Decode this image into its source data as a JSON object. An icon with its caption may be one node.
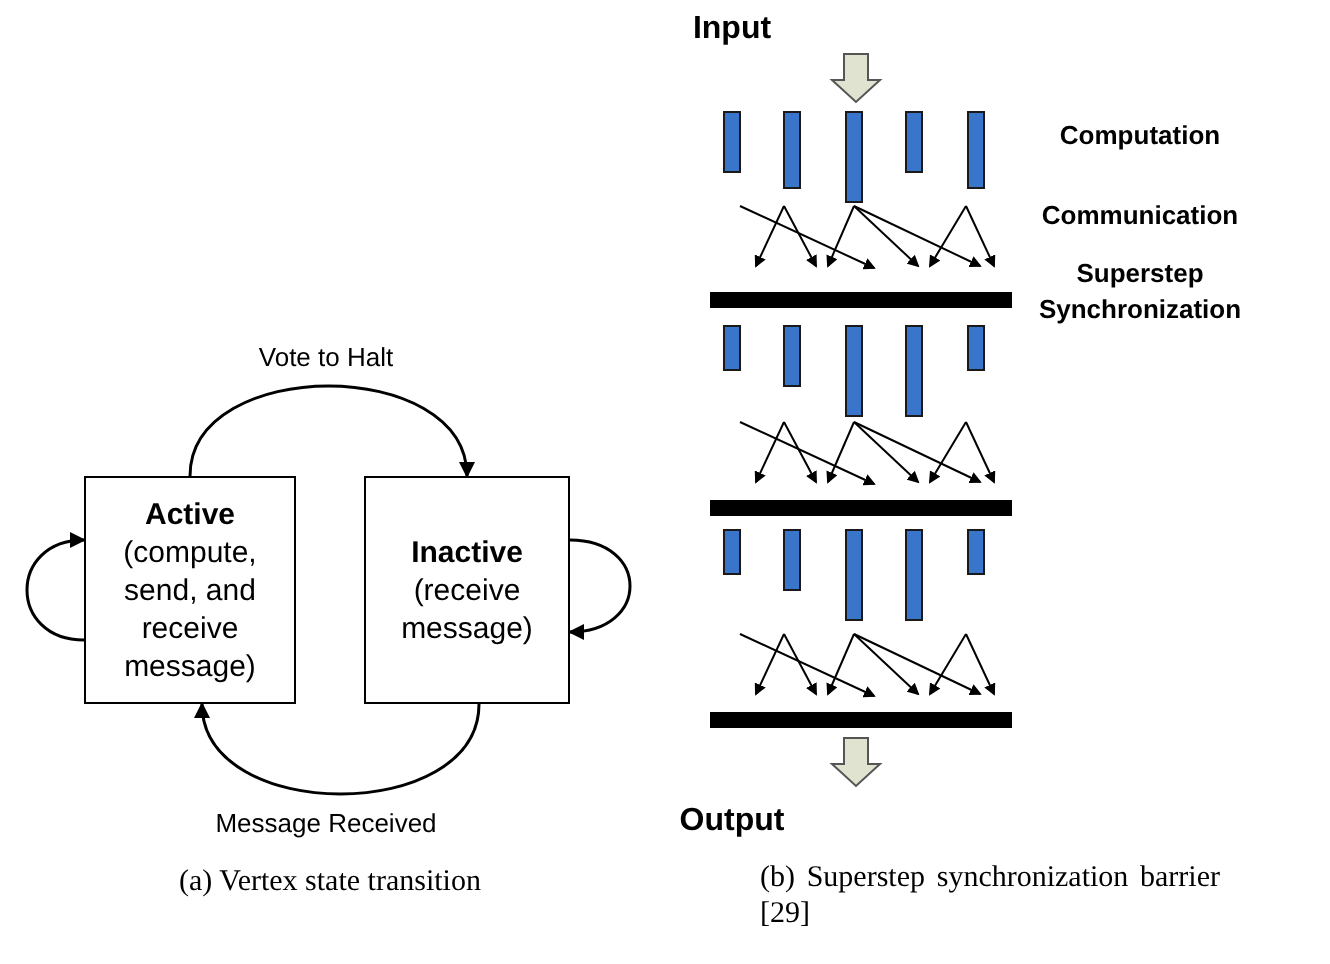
{
  "diagram": {
    "nodes": [
      {
        "text": [
          "Active",
          "(compute, send, and receive message)"
        ]
      },
      {
        "text": [
          "Inactive",
          "(receive message)"
        ]
      }
    ],
    "edges": [
      {
        "from": 0,
        "to": 1,
        "arrow": "to",
        "label": "Vote to Halt"
      },
      {
        "from": 1,
        "to": 0,
        "arrow": "to",
        "label": "Message Received"
      },
      {
        "from": 0,
        "to": 0,
        "arrow": "to"
      },
      {
        "from": 1,
        "to": 1,
        "arrow": "to"
      }
    ],
    "labels": [
      "Input",
      "Computation",
      "Communication",
      "Superstep Synchronization",
      "Output",
      "(a) Vertex state transition",
      "(b) Superstep synchronization barrier [29]"
    ]
  }
}
